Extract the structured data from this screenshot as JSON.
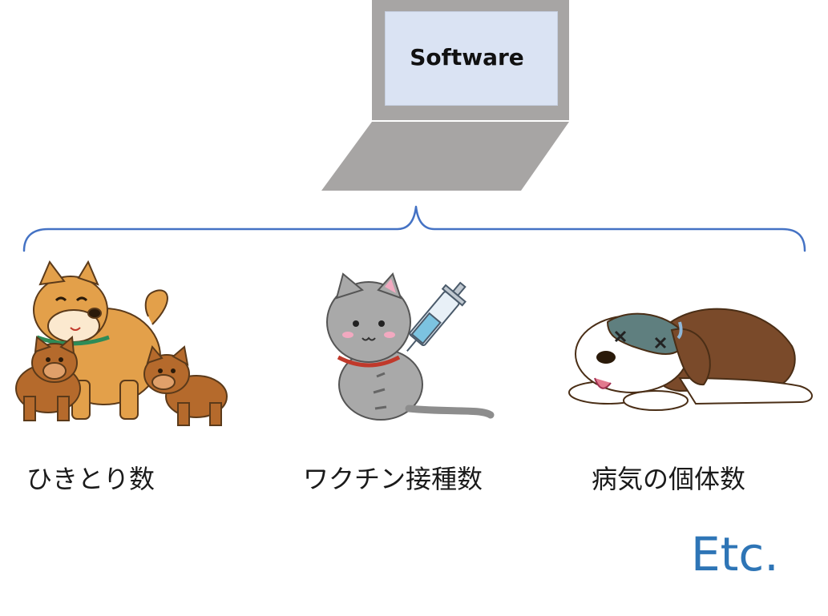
{
  "laptop": {
    "screen_label": "Software",
    "colors": {
      "frame": "#a7a5a4",
      "display": "#dae3f3"
    }
  },
  "brace": {
    "color": "#4472c4"
  },
  "items": [
    {
      "label": "ひきとり数",
      "icon": "dogs-family-icon"
    },
    {
      "label": "ワクチン接種数",
      "icon": "cat-vaccine-icon"
    },
    {
      "label": "病気の個体数",
      "icon": "sick-dog-icon"
    }
  ],
  "etc": {
    "label": "Etc.",
    "color": "#2e75b6"
  }
}
